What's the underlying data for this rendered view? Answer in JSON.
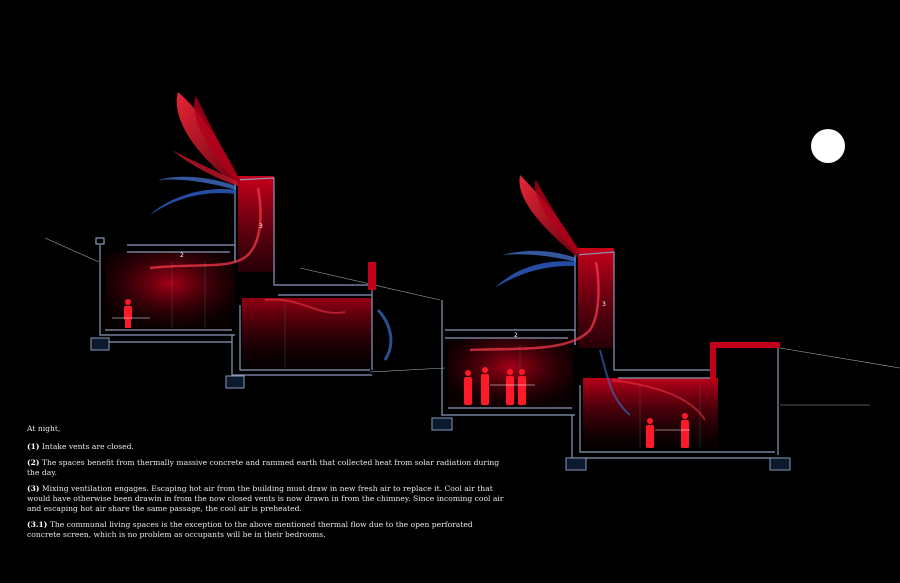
{
  "caption": {
    "heading": "At night,",
    "items": [
      {
        "num": "(1)",
        "text": "Intake vents are closed."
      },
      {
        "num": "(2)",
        "text": "The spaces benefit from thermally massive concrete and rammed earth that collected heat from solar radiation during the day."
      },
      {
        "num": "(3)",
        "text": "Mixing ventilation engages. Escaping hot air from the building must draw in new fresh air to replace it. Cool air that would have otherwise been drawin in from the now closed vents is now drawn in from the chimney. Since incoming cool air and escaping hot air share the same passage, the cool air is preheated."
      },
      {
        "num": "(3.1)",
        "text": "The communal living spaces is the exception to the above mentioned thermal flow due to the open perforated concrete screen, which is no problem as occupants will be in their bedrooms."
      }
    ]
  },
  "markers": {
    "left_roof": "2",
    "left_chimney": "3",
    "right_roof": "2",
    "right_chimney": "3"
  },
  "colors": {
    "warm": "#e0001b",
    "cool": "#3a6fd0",
    "structure": "#8a98b8",
    "moon": "#ffffff"
  }
}
